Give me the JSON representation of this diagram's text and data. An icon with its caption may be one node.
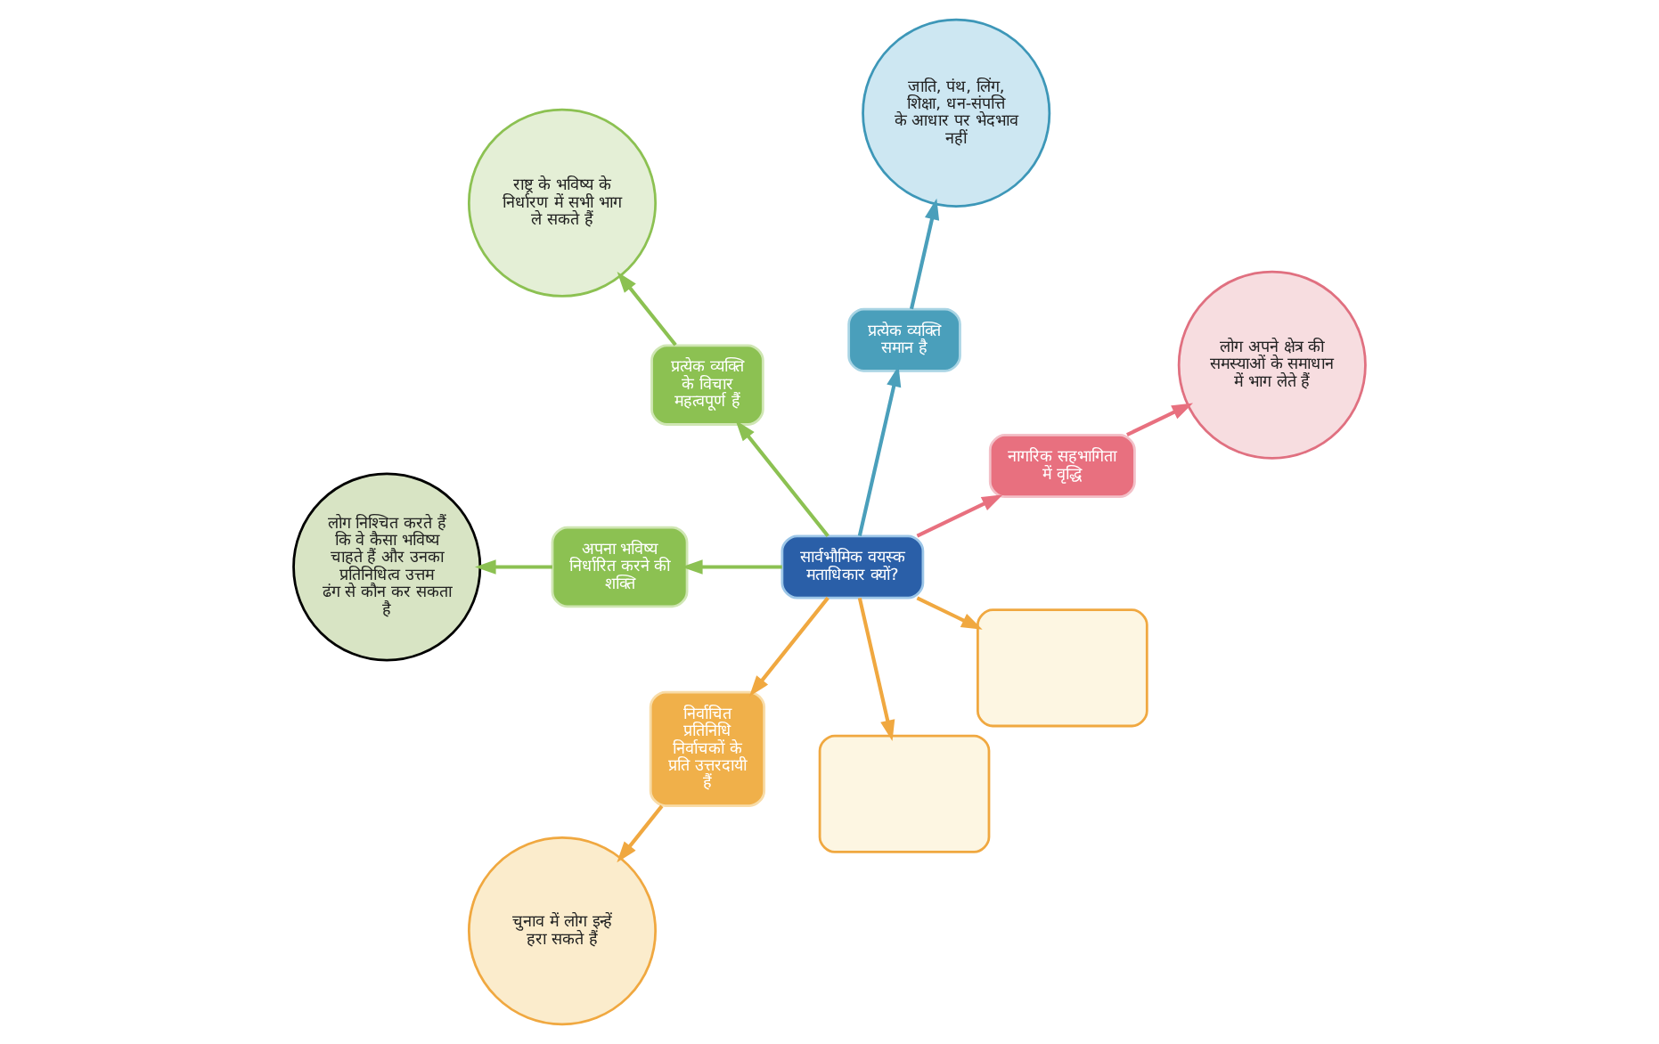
{
  "diagram": {
    "nodes": [
      {
        "text": [
          "जाति, पंथ, लिंग, शिक्षा, धन-संपत्ति के आधार पर भेदभाव नहीं"
        ]
      },
      {
        "text": [
          "लोग अपने क्षेत्र की समस्याओं के समाधान में भाग लेते हैं"
        ]
      },
      {
        "text": [
          "नागरिक सहभागिता में वृद्धि"
        ]
      },
      {
        "text": [
          "प्रत्येक व्यक्ति समान है"
        ]
      },
      {
        "text": [
          "राष्ट्र के भविष्य के निर्धारण में सभी भाग ले सकते हैं"
        ]
      },
      {
        "text": [
          "प्रत्येक व्यक्ति के विचार महत्वपूर्ण हैं"
        ]
      },
      {
        "text": [
          "लोग निश्चित करते हैं कि वे कैसा भविष्य चाहते हैं और उनका प्रतिनिधित्व उत्तम ढंग से कौन कर सकता है"
        ]
      },
      {
        "text": [
          "अपना भविष्य निर्धारित करने की शक्ति"
        ]
      },
      {
        "text": [
          "सार्वभौमिक वयस्क मताधिकार क्यों?"
        ]
      },
      {
        "text": [
          "निर्वाचित प्रतिनिधि निर्वाचकों के प्रति उत्तरदायी हैं"
        ]
      },
      {
        "text": [
          "चुनाव में लोग इन्हें हरा सकते हैं"
        ]
      },
      {
        "text": [],
        "shape": "box"
      },
      {
        "text": [],
        "shape": "box"
      }
    ],
    "edges": [
      {
        "from": 8,
        "to": 2,
        "arrow": "to",
        "color": "#e8707f"
      },
      {
        "from": 2,
        "to": 1,
        "arrow": "to",
        "color": "#e8707f"
      },
      {
        "from": 8,
        "to": 3,
        "arrow": "to",
        "color": "#4a9fbb"
      },
      {
        "from": 3,
        "to": 0,
        "arrow": "to",
        "color": "#4a9fbb"
      },
      {
        "from": 8,
        "to": 5,
        "arrow": "to",
        "color": "#8cc152"
      },
      {
        "from": 5,
        "to": 4,
        "arrow": "to",
        "color": "#8cc152"
      },
      {
        "from": 8,
        "to": 7,
        "arrow": "to",
        "color": "#8cc152"
      },
      {
        "from": 7,
        "to": 6,
        "arrow": "to",
        "color": "#8cc152"
      },
      {
        "from": 8,
        "to": 9,
        "arrow": "to",
        "color": "#f0a840"
      },
      {
        "from": 9,
        "to": 10,
        "arrow": "to",
        "color": "#f0a840"
      },
      {
        "from": 8,
        "to": 11,
        "arrow": "to",
        "color": "#f0a840"
      },
      {
        "from": 8,
        "to": 12,
        "arrow": "to",
        "color": "#f0a840"
      }
    ]
  }
}
